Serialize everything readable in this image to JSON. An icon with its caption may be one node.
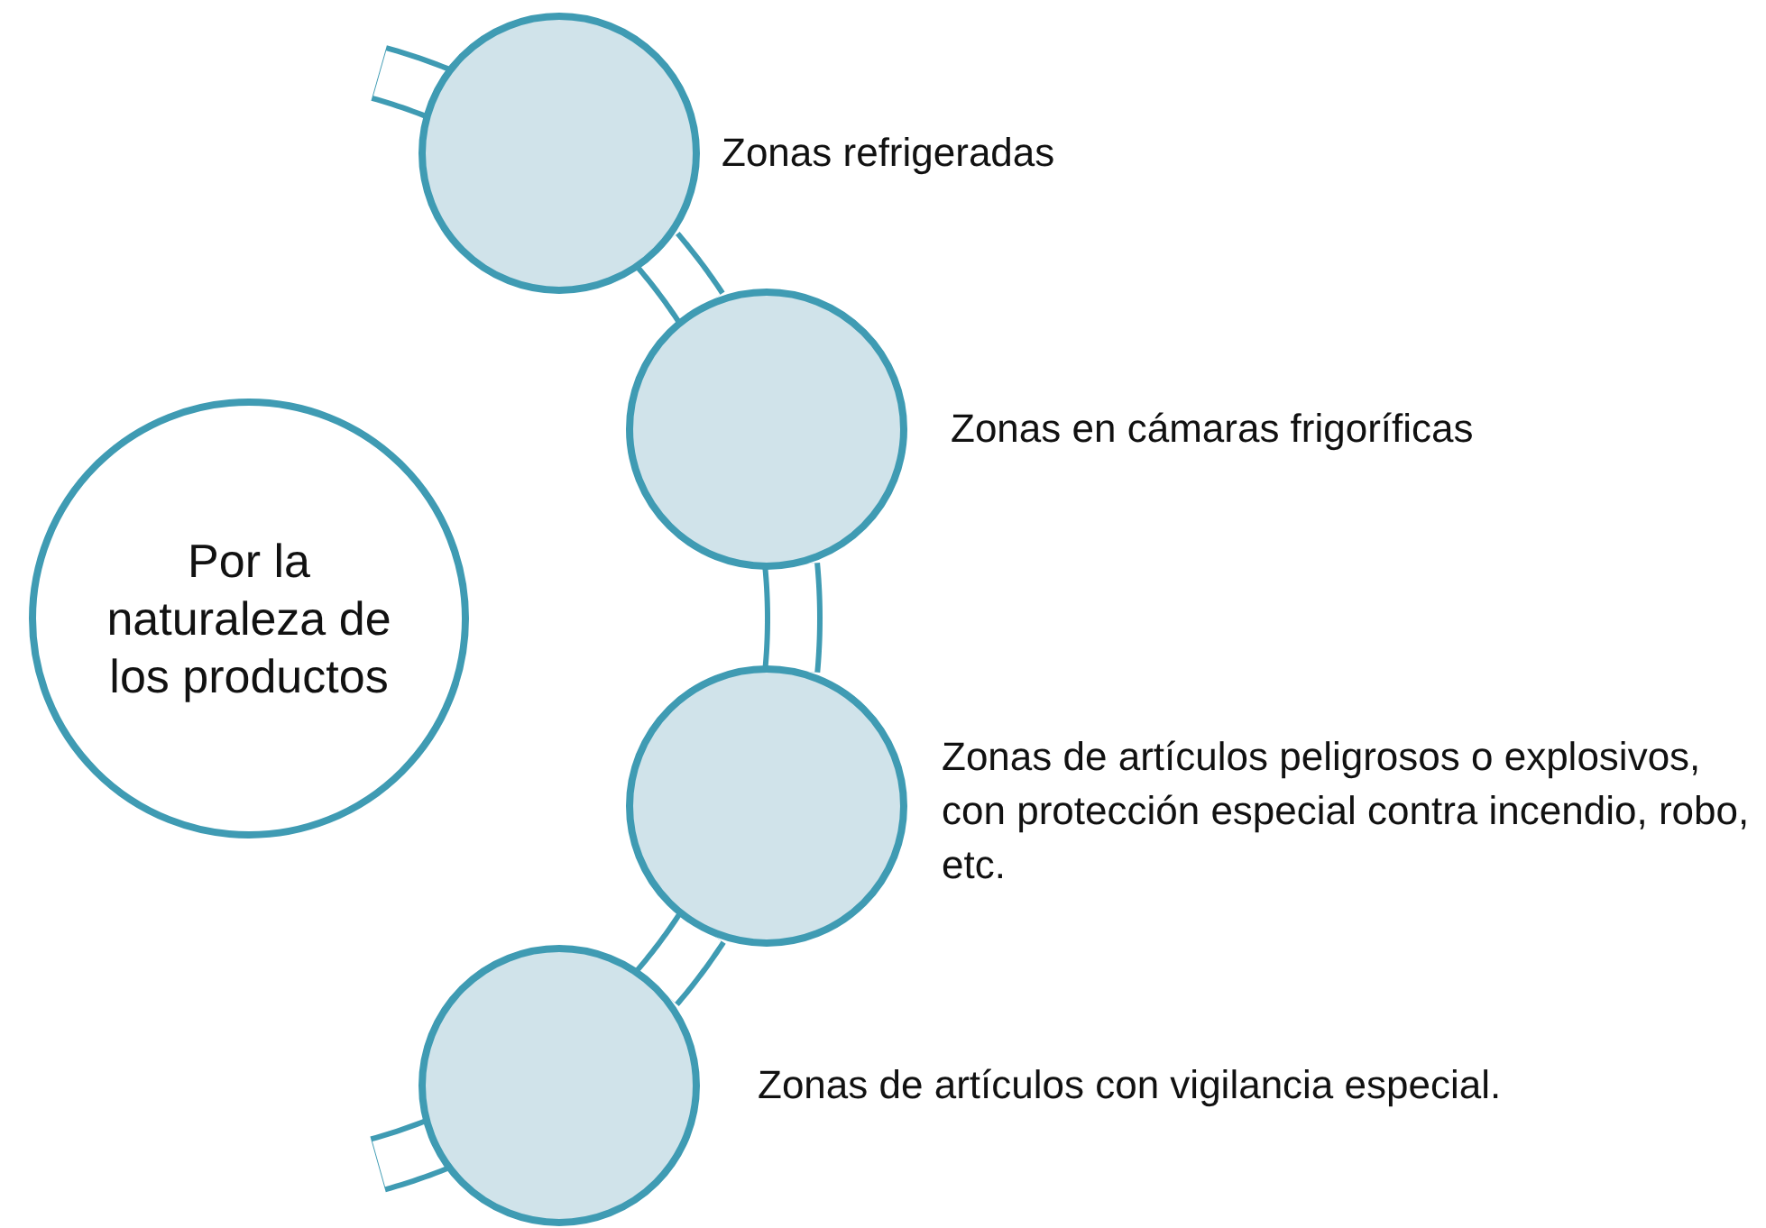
{
  "diagram": {
    "nodes": [
      {
        "text": [
          "Por la naturaleza de los productos"
        ]
      },
      {
        "text": [],
        "shape": "circle",
        "beside": [
          "Zonas refrigeradas"
        ]
      },
      {
        "text": [],
        "shape": "circle",
        "beside": [
          "Zonas en cámaras frigoríficas"
        ]
      },
      {
        "text": [],
        "shape": "circle",
        "beside": [
          "Zonas de artículos peligrosos o explosivos, con protección especial contra incendio, robo, etc."
        ]
      },
      {
        "text": [],
        "shape": "circle",
        "beside": [
          "Zonas de artículos con vigilancia especial."
        ]
      }
    ],
    "edges": [
      {
        "from": 1,
        "to": 2,
        "arrow": "none"
      },
      {
        "from": 2,
        "to": 3,
        "arrow": "none"
      },
      {
        "from": 3,
        "to": 4,
        "arrow": "none"
      }
    ]
  }
}
